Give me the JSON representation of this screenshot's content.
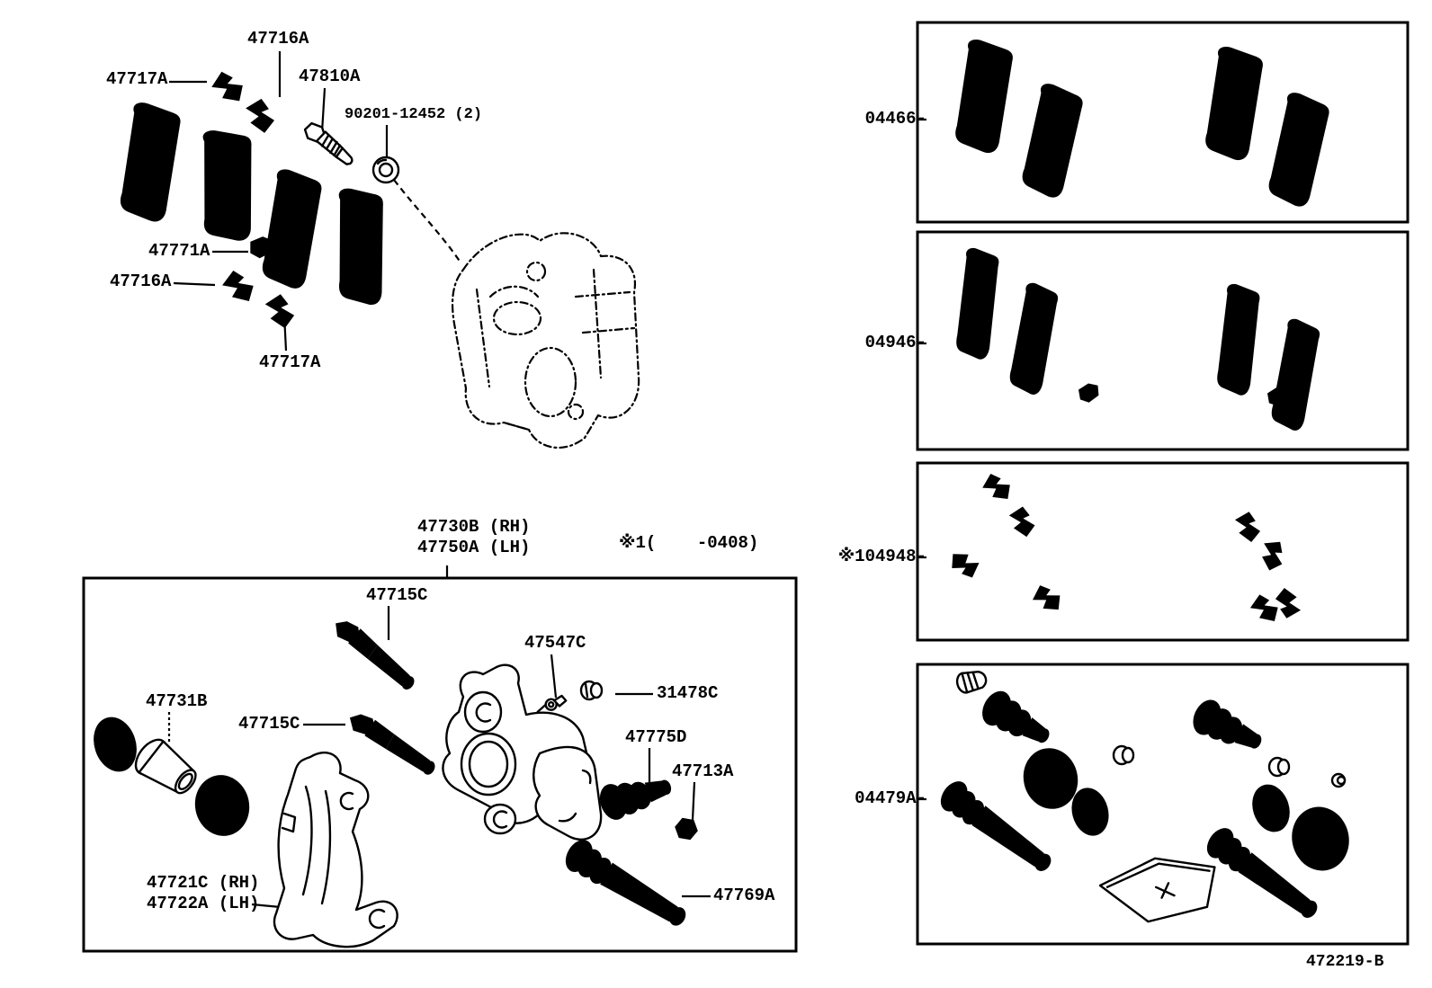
{
  "figure": {
    "code": "472219-B",
    "note": "※1(    -0408)"
  },
  "main": {
    "labels": {
      "clip_top": "47716A",
      "support_top": "47717A",
      "bleeder_plug": "47810A",
      "gasket": "90201-12452 (2)",
      "anti_squeal": "47771A",
      "clip_mid": "47716A",
      "support_low": "47717A",
      "cylinder_assy_rh": "47730B (RH)",
      "cylinder_assy_lh": "47750A (LH)",
      "slide_pin_upper": "47715C",
      "pin_stopper": "47547C",
      "bush": "31478C",
      "piston": "47731B",
      "slide_pin_lower": "47715C",
      "cylinder_boot": "47775D",
      "cap": "47713A",
      "mounting_rh": "47721C (RH)",
      "mounting_lh": "47722A (LH)",
      "slide_main_pin": "47769A"
    }
  },
  "kits": {
    "pad_kit": "04466-",
    "shim_kit": "04946-",
    "fitting_kit": "※104948-",
    "cylinder_kit": "04479A-"
  }
}
